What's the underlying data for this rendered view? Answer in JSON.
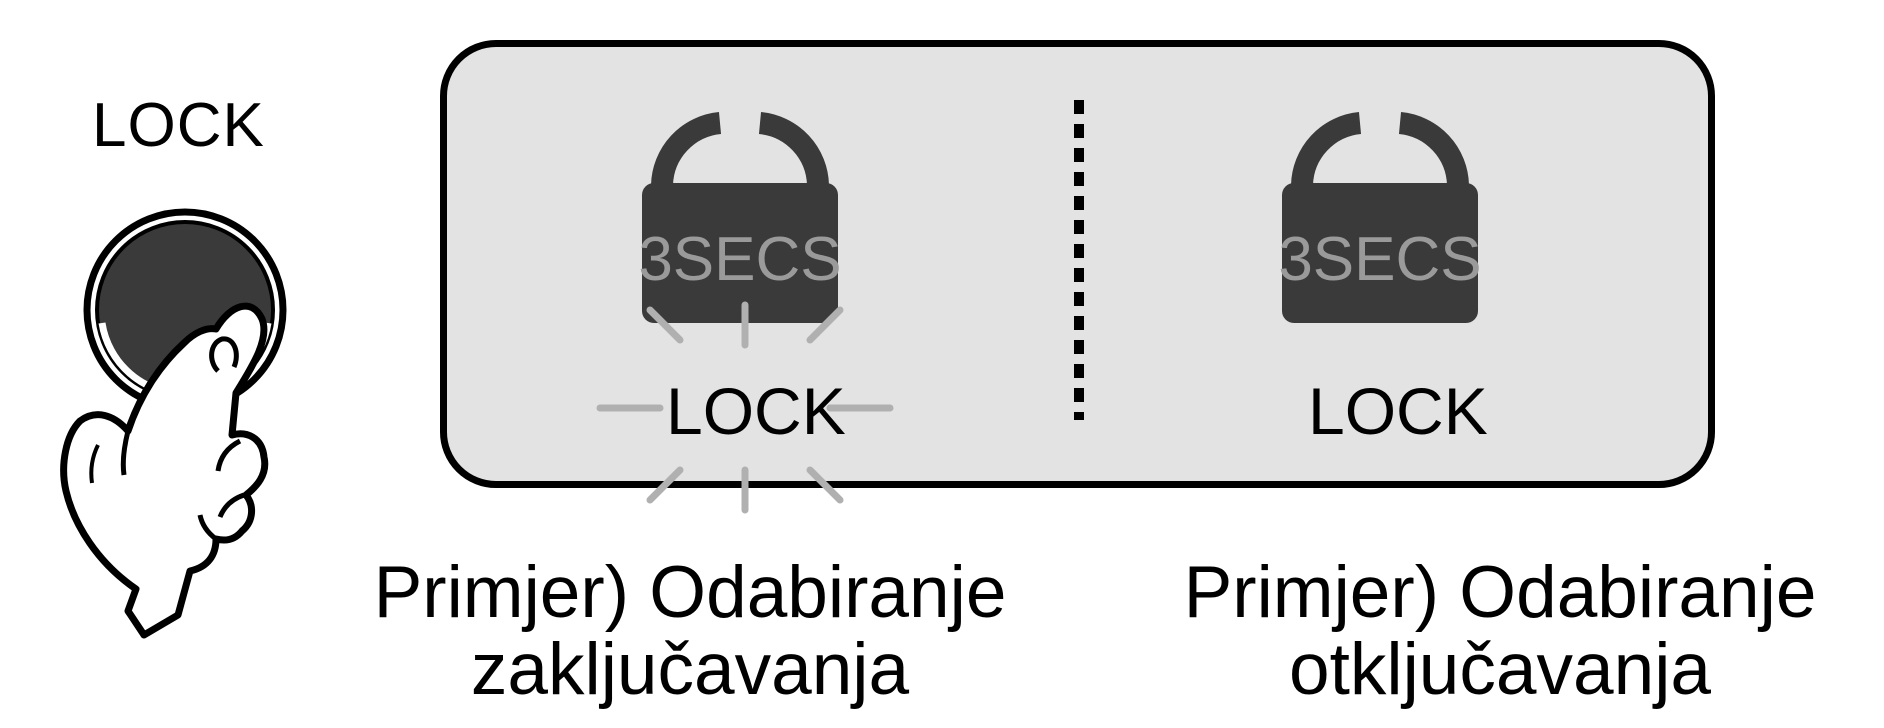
{
  "button": {
    "label": "LOCK"
  },
  "display": {
    "left_panel": {
      "pad_text": "3SECS",
      "label": "LOCK",
      "state": "flashing"
    },
    "right_panel": {
      "pad_text": "3SECS",
      "label": "LOCK",
      "state": "steady"
    }
  },
  "captions": {
    "left_line1": "Primjer) Odabiranje",
    "left_line2": "zaključavanja",
    "right_line1": "Primjer) Odabiranje",
    "right_line2": "otključavanja"
  },
  "colors": {
    "panel_bg": "#e3e3e3",
    "padlock_body": "#3a3a3a",
    "padlock_text": "#9a9a9a",
    "flash_rays": "#b0b0b0"
  },
  "icons": {
    "hand": "hand-pressing-icon",
    "padlock": "padlock-icon"
  }
}
